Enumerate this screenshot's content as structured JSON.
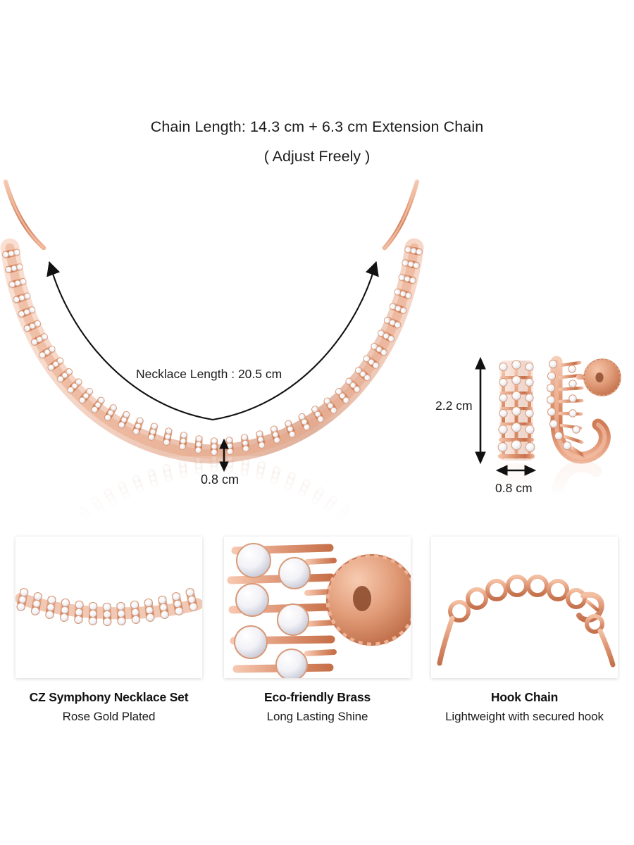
{
  "header": {
    "chain_length": "Chain Length: 14.3 cm + 6.3 cm Extension Chain",
    "adjust_note": "( Adjust Freely )"
  },
  "necklace": {
    "length_label": "Necklace Length : 20.5 cm",
    "thickness_label": "0.8 cm",
    "alt": "rose gold cubic zirconia collar necklace"
  },
  "earrings": {
    "height_label": "2.2 cm",
    "width_label": "0.8 cm",
    "alt": "pair of rose gold cubic zirconia huggie earrings with screw back"
  },
  "features": [
    {
      "title": "CZ Symphony Necklace Set",
      "subtitle": "Rose Gold Plated",
      "alt": "close up of necklace cubic zirconia links"
    },
    {
      "title": "Eco-friendly Brass",
      "subtitle": "Long Lasting Shine",
      "alt": "macro of rose gold earring screw back disc"
    },
    {
      "title": "Hook Chain",
      "subtitle": "Lightweight with secured hook",
      "alt": "rose gold round link extension chain with lobster hook"
    }
  ],
  "colors": {
    "background": "#ffffff",
    "text": "#1a1a1a",
    "rose_gold": "#d98463",
    "rose_gold_light": "#f0b49a",
    "rose_gold_dark": "#b9633f",
    "stone": "#fbfbfd",
    "arrow": "#111111"
  }
}
